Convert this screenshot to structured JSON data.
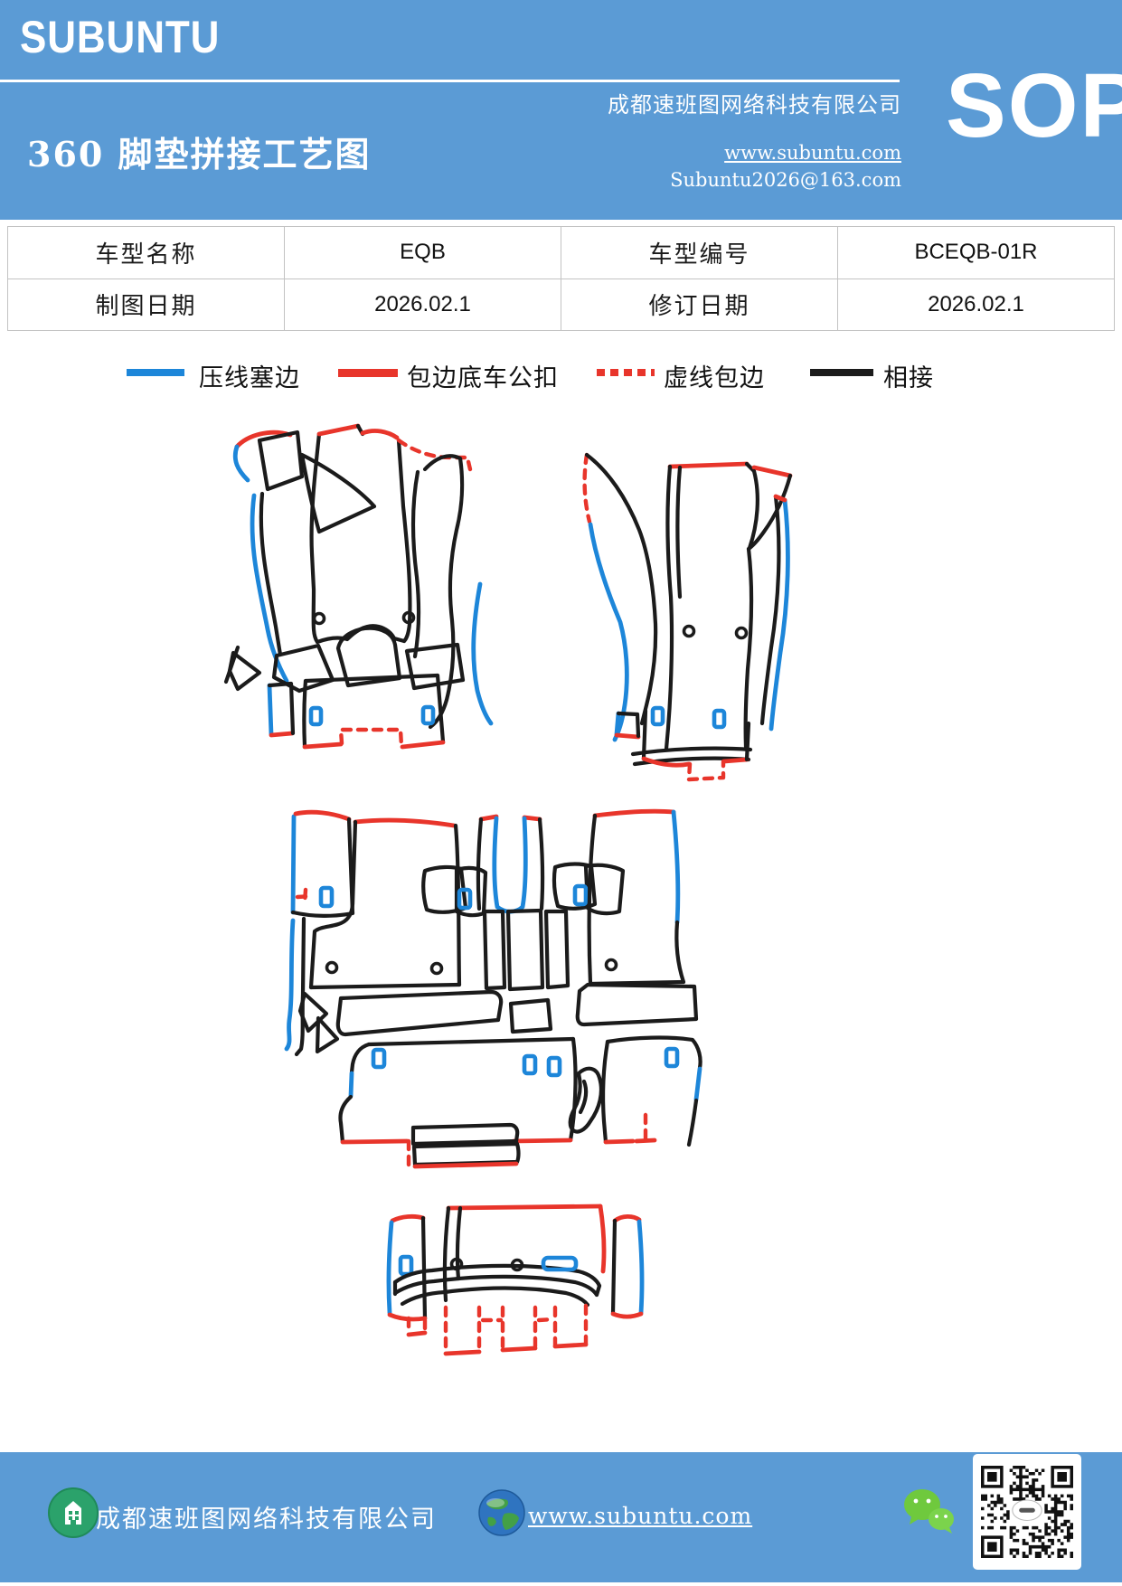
{
  "header": {
    "logo_text": "SUBUNTU",
    "doc_title": "360 脚垫拼接工艺图",
    "company_name": "成都速班图网络科技有限公司",
    "website": "www.subuntu.com",
    "email": "Subuntu2026@163.com",
    "badge": "SOP",
    "background_color": "#5b9bd5",
    "text_color": "#ffffff"
  },
  "info_table": {
    "rows": [
      [
        "车型名称",
        "EQB",
        "车型编号",
        "BCEQB-01R"
      ],
      [
        "制图日期",
        "2026.02.1",
        "修订日期",
        "2026.02.1"
      ]
    ]
  },
  "legend": {
    "items": [
      {
        "label": "压线塞边",
        "color": "#1d86d9",
        "line_style": "solid"
      },
      {
        "label": "包边底车公扣",
        "color": "#e8352b",
        "line_style": "solid"
      },
      {
        "label": "虚线包边",
        "color": "#e8352b",
        "line_style": "dashed"
      },
      {
        "label": "相接",
        "color": "#1b1b1b",
        "line_style": "solid"
      }
    ]
  },
  "diagram": {
    "outline_color": "#1b1b1b",
    "blue_edge_color": "#1d86d9",
    "red_edge_color": "#e8352b",
    "groups": [
      "front-left-mat-set",
      "front-right-mat-set",
      "rear-row-mat-set",
      "trunk-mat-set"
    ]
  },
  "footer": {
    "company_name": "成都速班图网络科技有限公司",
    "website": "www.subuntu.com",
    "background_color": "#5b9bd5"
  }
}
